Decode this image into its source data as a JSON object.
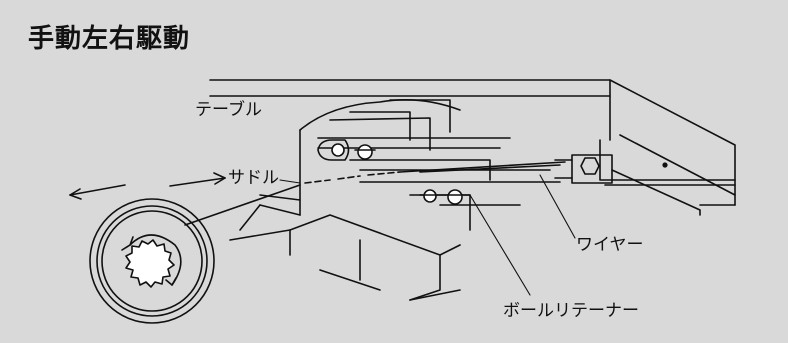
{
  "title": "手動左右駆動",
  "labels": {
    "table": "テーブル",
    "saddle": "サドル",
    "wire": "ワイヤー",
    "ball_retainer": "ボールリテーナー"
  }
}
